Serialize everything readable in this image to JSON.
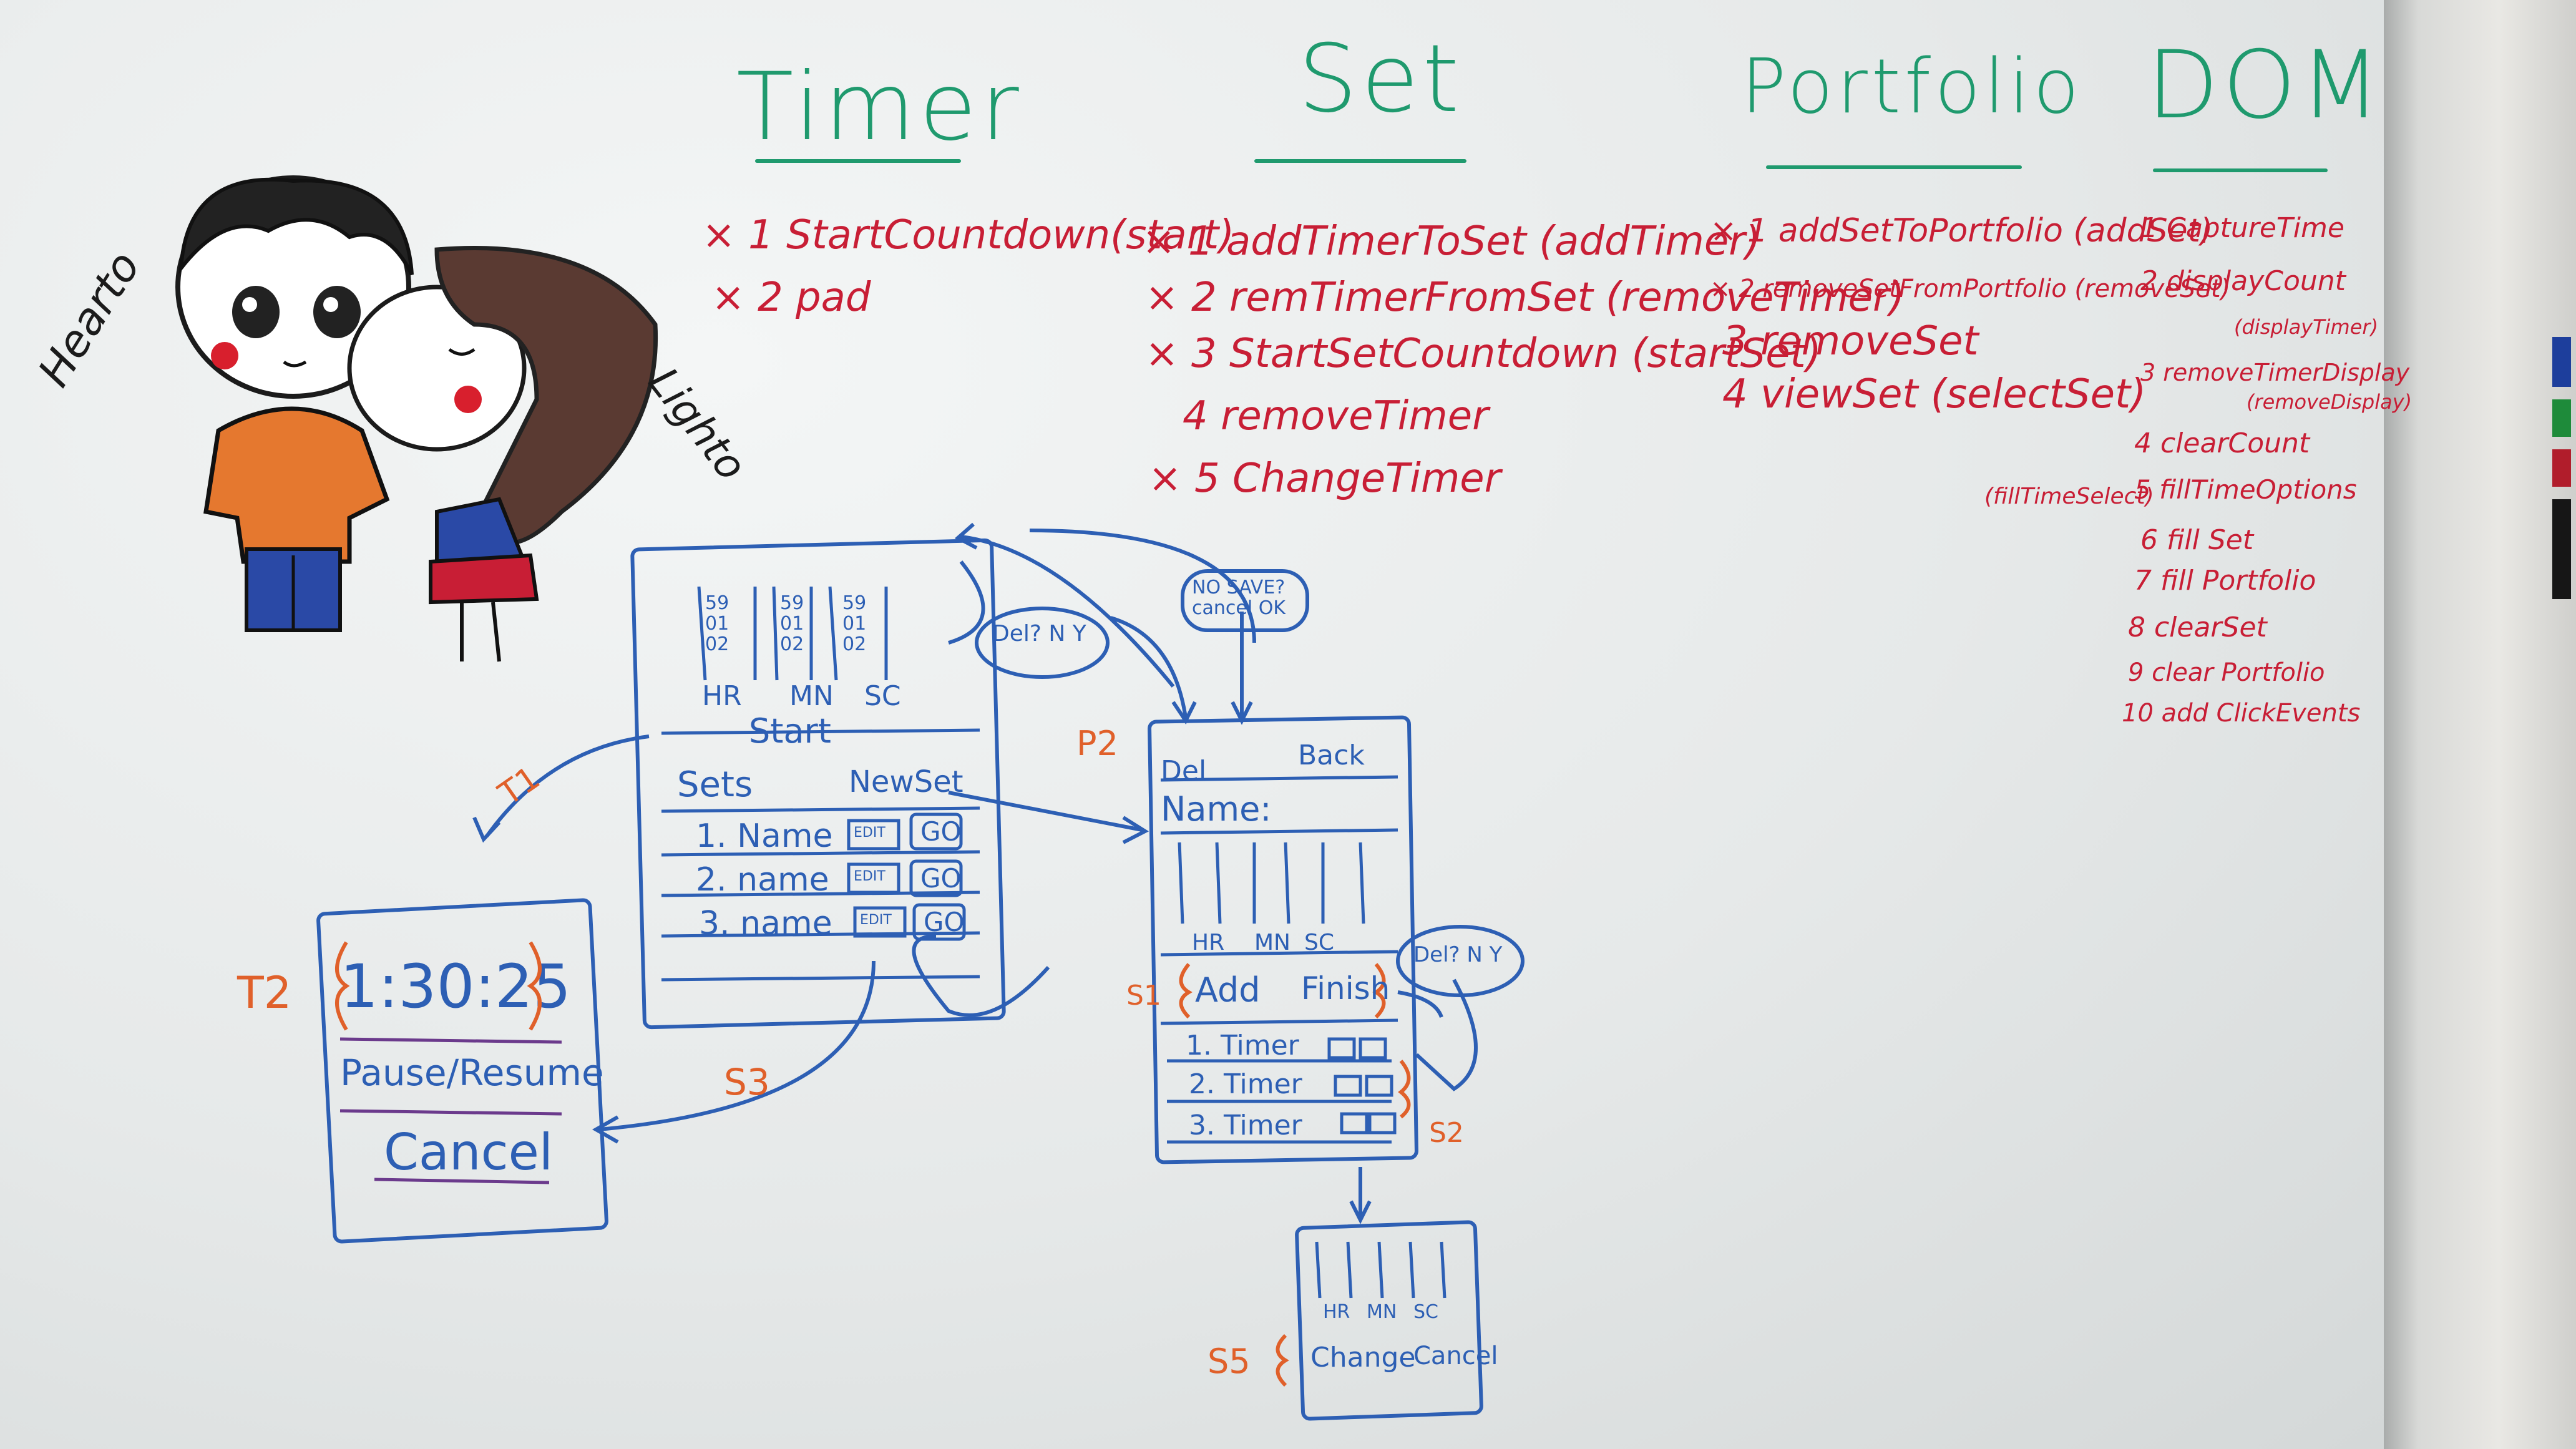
{
  "headings": {
    "timer": "Timer",
    "set": "Set",
    "portfolio": "Portfolio",
    "dom": "DOM"
  },
  "timer_list": [
    "× 1 StartCountdown(start)",
    "× 2 pad"
  ],
  "set_list": [
    "× 1 addTimerToSet (addTimer)",
    "× 2 remTimerFromSet (removeTimer)",
    "× 3 StartSetCountdown (startSet)",
    "4 removeTimer",
    "× 5 ChangeTimer"
  ],
  "portfolio_list": [
    "× 1 addSetToPortfolio (addSet)",
    "× 2 removeSetFromPortfolio (removeSet)",
    "3 removeSet",
    "4 viewSet (selectSet)"
  ],
  "dom_list": [
    "1 CaptureTime",
    "2 displayCount",
    "(displayTimer)",
    "3 removeTimerDisplay",
    "(removeDisplay)",
    "4 clearCount",
    "5 fillTimeOptions",
    "6 fill Set",
    "7 fill Portfolio",
    "8 clearSet",
    "9 clear Portfolio",
    "10 add ClickEvents"
  ],
  "dom_side_note": "(fillTimeSelect)",
  "characters": {
    "left_name": "Hearto",
    "right_name": "Lighto"
  },
  "main_screen": {
    "wheel_a": [
      "59",
      "01",
      "02"
    ],
    "wheel_b": [
      "59",
      "01",
      "02"
    ],
    "wheel_c": [
      "59",
      "01",
      "02"
    ],
    "labels": [
      "HR",
      "MN",
      "SC"
    ],
    "start": "Start",
    "sets": "Sets",
    "new_set": "NewSet",
    "rows": [
      {
        "name": "1. Name",
        "edit": "EDIT",
        "go": "GO"
      },
      {
        "name": "2. name",
        "edit": "EDIT",
        "go": "GO"
      },
      {
        "name": "3. name",
        "edit": "EDIT",
        "go": "GO"
      }
    ]
  },
  "timer_screen": {
    "label": "T2",
    "time": "1:30:25",
    "pause": "Pause/Resume",
    "cancel": "Cancel"
  },
  "set_screen": {
    "p2": "P2",
    "del": "Del",
    "back": "Back",
    "name": "Name:",
    "labels": [
      "HR",
      "MN",
      "SC"
    ],
    "s1": "S1",
    "add": "Add",
    "finish": "Finish",
    "timers": [
      "1. Timer",
      "2. Timer",
      "3. Timer"
    ],
    "s2": "S2"
  },
  "small_screen": {
    "s5": "S5",
    "labels": [
      "HR",
      "MN",
      "SC"
    ],
    "change": "Change",
    "cancel": "Cancel"
  },
  "bubbles": {
    "del_left": "Del? N   Y",
    "no_save": "NO SAVE? cancel OK",
    "del_right": "Del? N  Y"
  },
  "arrow_labels": {
    "t1": "T1",
    "s3": "S3"
  },
  "colors": {
    "heading": "#1f9a6e",
    "list": "#c81e35",
    "wireframe": "#2d5fb4",
    "annotation": "#e0602a"
  }
}
